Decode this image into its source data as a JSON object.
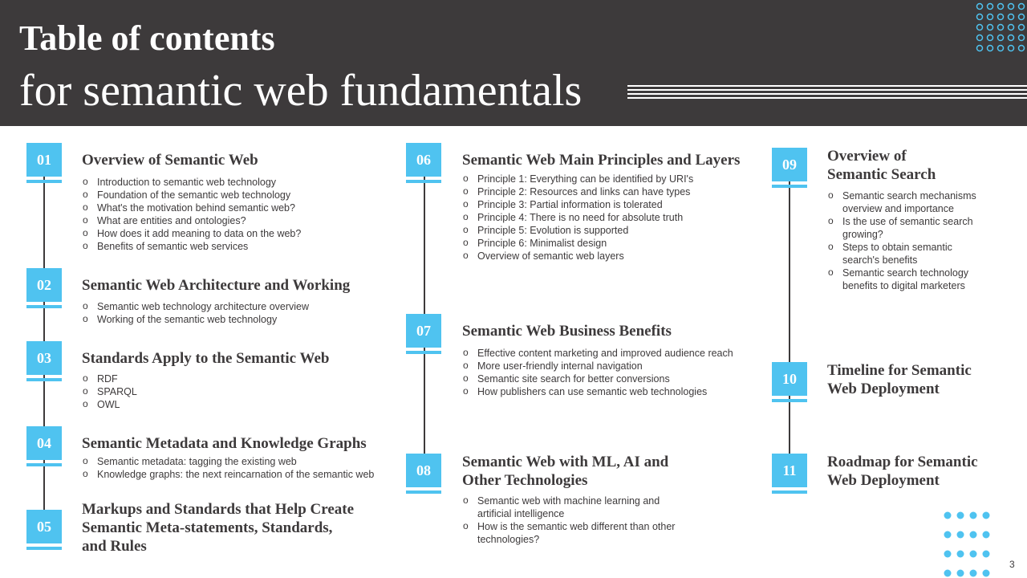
{
  "header": {
    "title_line1": "Table of contents",
    "title_line2": "for semantic web fundamentals"
  },
  "colors": {
    "accent": "#4fc3f0",
    "header_bg": "#3d3a3b",
    "text": "#3d3a3b"
  },
  "sections": [
    {
      "num": "01",
      "title": "Overview of Semantic Web",
      "items": [
        "Introduction to semantic web technology",
        "Foundation of the semantic web technology",
        "What's the motivation behind semantic web?",
        "What are entities and ontologies?",
        "How does it add meaning to data on the web?",
        "Benefits of semantic web services"
      ]
    },
    {
      "num": "02",
      "title": "Semantic Web Architecture and Working",
      "items": [
        "Semantic web technology architecture overview",
        "Working of the semantic web technology"
      ]
    },
    {
      "num": "03",
      "title": "Standards Apply to the Semantic Web",
      "items": [
        "RDF",
        "SPARQL",
        "OWL"
      ]
    },
    {
      "num": "04",
      "title": "Semantic Metadata and Knowledge Graphs",
      "items": [
        "Semantic metadata: tagging the existing web",
        "Knowledge graphs: the next reincarnation of the semantic web"
      ]
    },
    {
      "num": "05",
      "title_lines": [
        "Markups and Standards that Help Create",
        "Semantic Meta-statements, Standards,",
        "and Rules"
      ]
    },
    {
      "num": "06",
      "title": "Semantic Web Main Principles and Layers",
      "items": [
        "Principle 1: Everything can be identified by URI's",
        "Principle 2: Resources and links can have types",
        "Principle 3: Partial information is tolerated",
        "Principle 4: There is no need for absolute truth",
        "Principle 5: Evolution is supported",
        "Principle 6: Minimalist design",
        "Overview of semantic web layers"
      ]
    },
    {
      "num": "07",
      "title": "Semantic Web Business Benefits",
      "items": [
        "Effective content marketing and improved audience reach",
        "More user-friendly internal navigation",
        "Semantic site search for better conversions",
        "How publishers can use semantic web technologies"
      ]
    },
    {
      "num": "08",
      "title_lines": [
        "Semantic Web with ML, AI and",
        "Other Technologies"
      ],
      "items": [
        "Semantic web with machine learning and artificial intelligence",
        "How is the semantic web different than other technologies?"
      ]
    },
    {
      "num": "09",
      "title_lines": [
        "Overview of",
        "Semantic Search"
      ],
      "items": [
        "Semantic search mechanisms overview and importance",
        "Is the use of semantic search growing?",
        "Steps to obtain semantic search's benefits",
        "Semantic search technology benefits to digital marketers"
      ]
    },
    {
      "num": "10",
      "title_lines": [
        "Timeline for Semantic",
        "Web Deployment"
      ]
    },
    {
      "num": "11",
      "title_lines": [
        "Roadmap for Semantic",
        "Web Deployment"
      ]
    }
  ],
  "page_number": "3"
}
